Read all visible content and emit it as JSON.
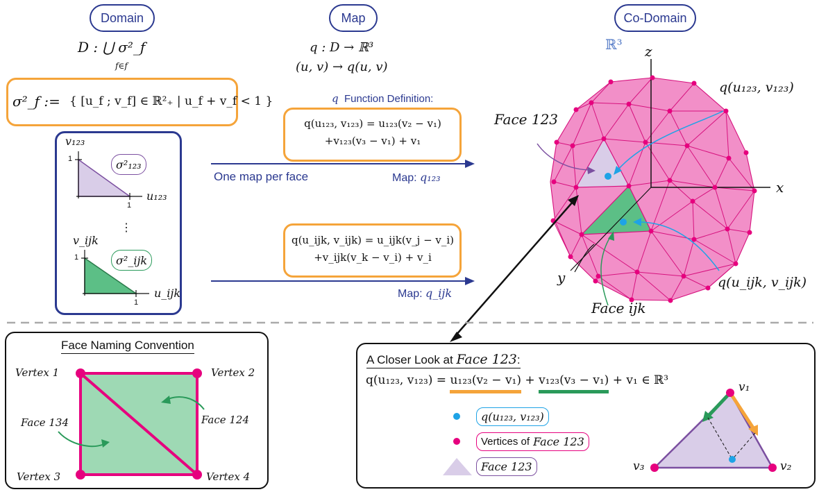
{
  "headers": {
    "domain": "Domain",
    "map": "Map",
    "codomain": "Co-Domain"
  },
  "domain": {
    "definition": "D : ⋃ σ²_f",
    "union_index": "f∈f",
    "sigma_def_lhs": "σ²_f :=",
    "sigma_def_set": "{ [u_f ; v_f] ∈ ℝ²₊ | u_f + v_f < 1 }",
    "triangle1": {
      "v_label": "v₁₂₃",
      "u_label": "u₁₂₃",
      "sigma": "σ²₁₂₃",
      "tick": "1",
      "color": "#d9cde8"
    },
    "triangle2": {
      "v_label": "v_ijk",
      "u_label": "u_ijk",
      "sigma": "σ²_ijk",
      "tick": "1",
      "color": "#5cbf86"
    },
    "ellipsis": "⋮"
  },
  "map": {
    "signature": "q : D → ℝ³",
    "rule": "(u, v) → q(u, v)",
    "def_title_symbol": "q",
    "def_title": "Function Definition:",
    "eq1_line1": "q(u₁₂₃, v₁₂₃) = u₁₂₃(v₂ − v₁)",
    "eq1_line2": "+v₁₂₃(v₃ − v₁) + v₁",
    "one_map": "One map per face",
    "map1_label": "Map:",
    "map1_sub": "q₁₂₃",
    "eq2_line1": "q(u_ijk, v_ijk) = u_ijk(v_j − v_i)",
    "eq2_line2": "+v_ijk(v_k − v_i) + v_i",
    "map2_label": "Map:",
    "map2_sub": "q_ijk"
  },
  "codomain": {
    "space": "ℝ³",
    "axis_z": "z",
    "axis_x": "x",
    "axis_y": "y",
    "face123": "Face 123",
    "faceijk": "Face ijk",
    "q123": "q(u₁₂₃, v₁₂₃)",
    "qijk": "q(u_ijk, v_ijk)",
    "colors": {
      "mesh": "#f28fc8",
      "edge": "#d6127e",
      "vertex": "#e6007e",
      "face123": "#d9cde8",
      "faceijk": "#5cbf86",
      "point": "#1ea3e6"
    }
  },
  "naming": {
    "title": "Face Naming Convention",
    "v1": "Vertex 1",
    "v2": "Vertex 2",
    "v3": "Vertex 3",
    "v4": "Vertex 4",
    "face134": "Face 134",
    "face124": "Face 124"
  },
  "closer": {
    "title_prefix": "A Closer Look at",
    "title_face": "Face 123",
    "title_suffix": ":",
    "eq_a": "q(u₁₂₃, v₁₂₃) =",
    "eq_b": "u₁₂₃(v₂ − v₁)",
    "eq_c": "+",
    "eq_d": "v₁₂₃(v₃ − v₁)",
    "eq_e": "+ v₁ ∈ ℝ³",
    "legend_point": "q(u₁₂₃, v₁₂₃)",
    "legend_vertices_prefix": "Vertices of",
    "legend_vertices_face": "Face 123",
    "legend_face": "Face 123",
    "v1": "v₁",
    "v2": "v₂",
    "v3": "v₃"
  }
}
